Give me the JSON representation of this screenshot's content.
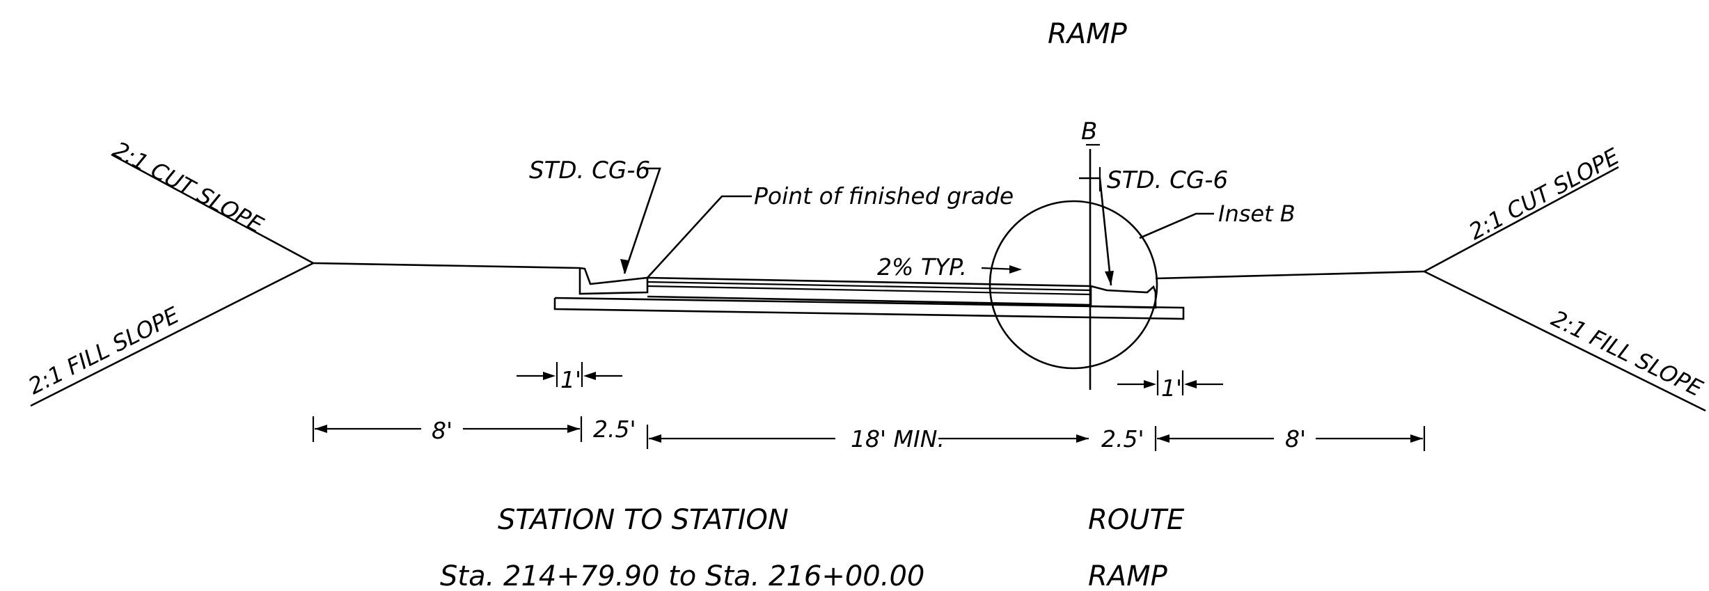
{
  "title": "RAMP",
  "labels": {
    "cut_slope_left": "2:1 CUT SLOPE",
    "fill_slope_left": "2:1 FILL SLOPE",
    "cut_slope_right": "2:1 CUT SLOPE",
    "fill_slope_right": "2:1 FILL SLOPE",
    "curb_left": "STD. CG-6",
    "curb_right": "STD. CG-6",
    "finished_grade": "Point of finished grade",
    "inset": "Inset B",
    "baseline": "B",
    "cross_slope": "2% TYP."
  },
  "dimensions": {
    "shoulder_left": "8'",
    "curb_left": "2.5'",
    "lane": "18' MIN.",
    "curb_right": "2.5'",
    "shoulder_right": "8'",
    "gutter_left": "1'",
    "gutter_right": "1'"
  },
  "table": {
    "header_station": "STATION TO STATION",
    "header_route": "ROUTE",
    "station_range": "Sta. 214+79.90 to Sta. 216+00.00",
    "route": "RAMP"
  }
}
